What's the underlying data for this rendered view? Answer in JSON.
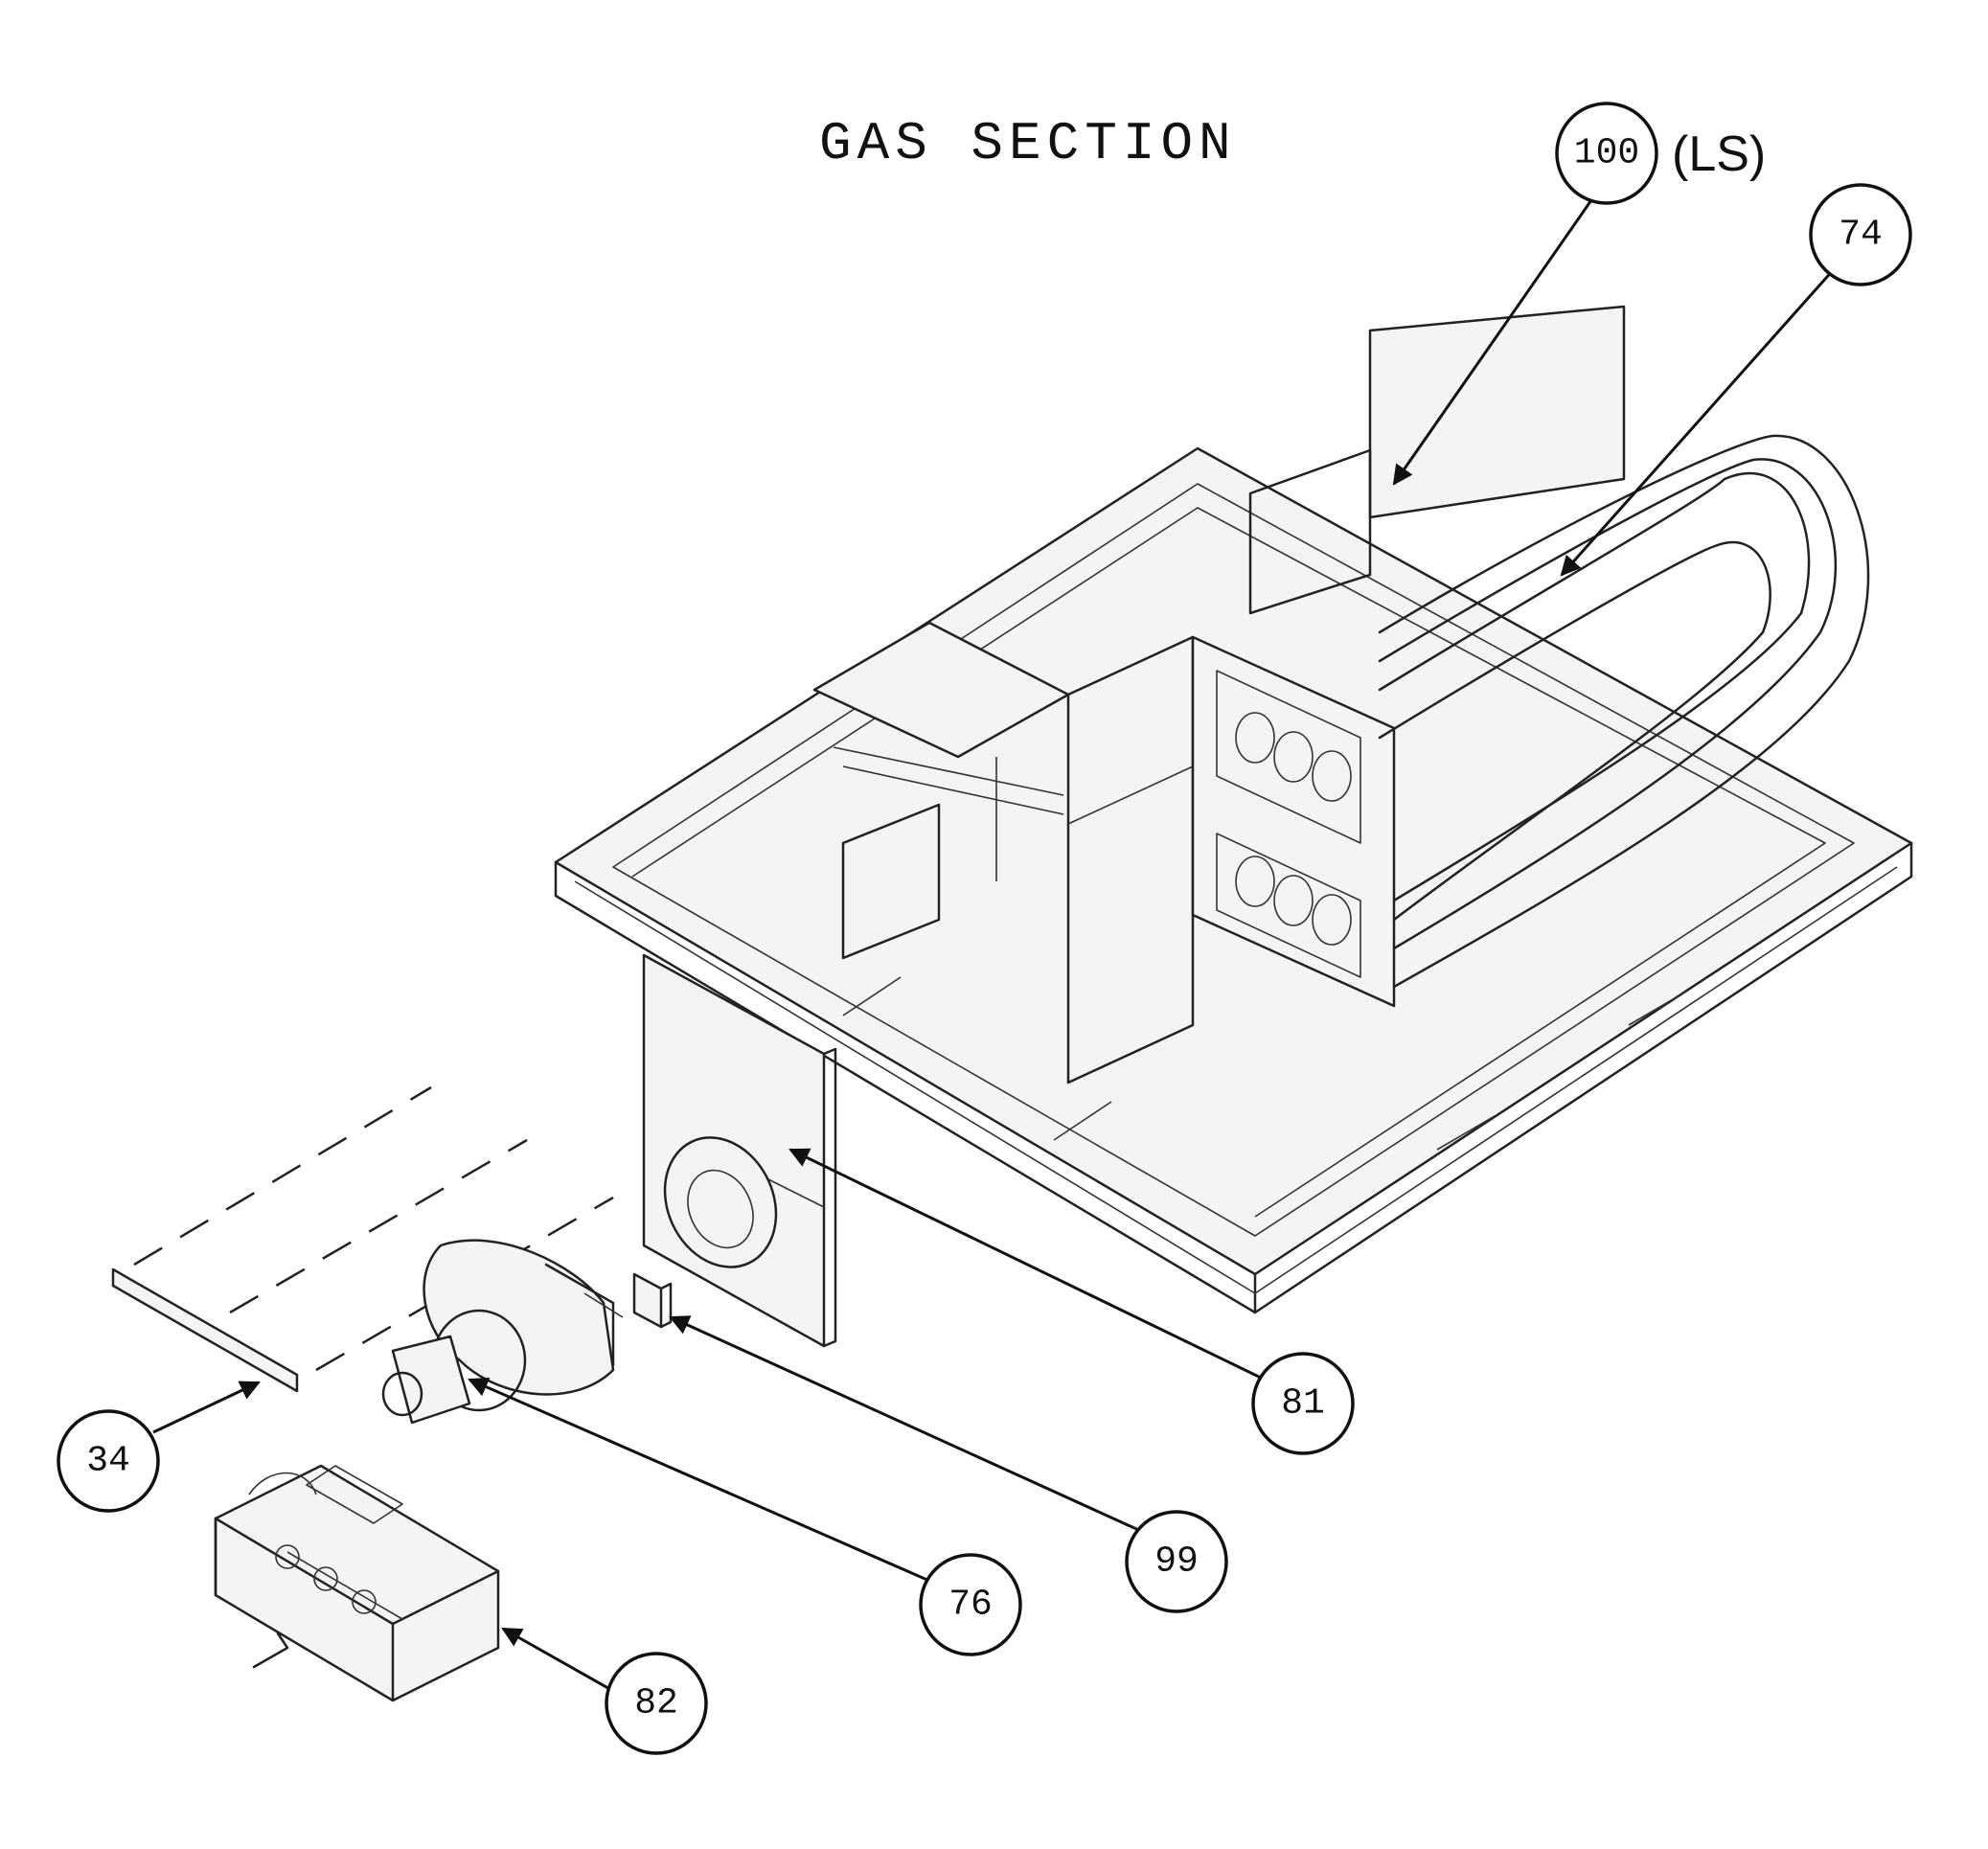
{
  "title": "GAS SECTION",
  "callouts": [
    {
      "id": "100",
      "label": "100",
      "suffix": "(LS)"
    },
    {
      "id": "74",
      "label": "74"
    },
    {
      "id": "81",
      "label": "81"
    },
    {
      "id": "34",
      "label": "34"
    },
    {
      "id": "99",
      "label": "99"
    },
    {
      "id": "76",
      "label": "76"
    },
    {
      "id": "82",
      "label": "82"
    }
  ]
}
